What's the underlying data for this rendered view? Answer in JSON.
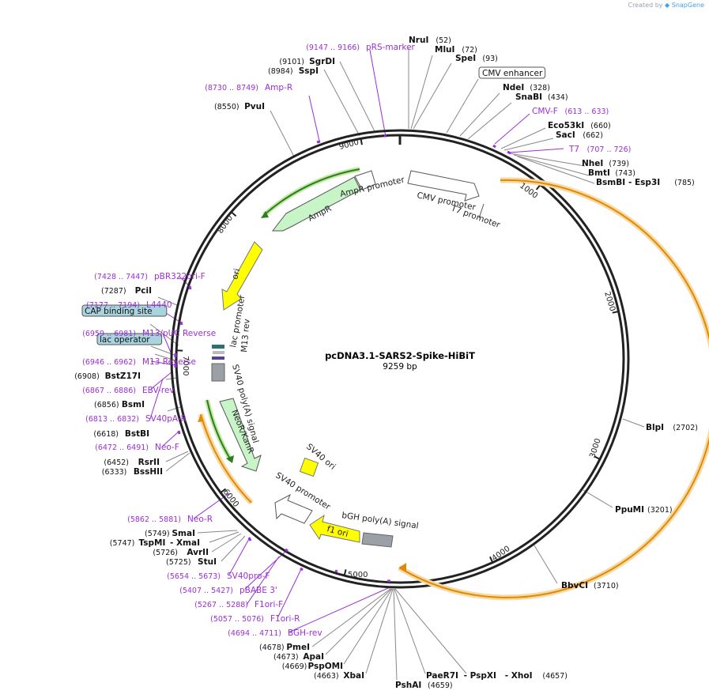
{
  "credit": {
    "prefix": "Created by",
    "brand": "SnapGene"
  },
  "plasmid": {
    "name": "pcDNA3.1-SARS2-Spike-HiBiT",
    "length": "9259 bp"
  },
  "ticks": [
    "1000",
    "2000",
    "3000",
    "4000",
    "5000",
    "6000",
    "7000",
    "8000",
    "9000"
  ],
  "features": [
    {
      "id": "amp-promoter-label",
      "label": "AmpR promoter"
    },
    {
      "id": "ampr-label",
      "label": "AmpR"
    },
    {
      "id": "cmv-promoter-label",
      "label": "CMV promoter"
    },
    {
      "id": "t7-promoter-label",
      "label": "T7 promoter"
    },
    {
      "id": "ori-label",
      "label": "ori"
    },
    {
      "id": "lac-promoter-label",
      "label": "lac promoter"
    },
    {
      "id": "m13rev-label",
      "label": "M13 rev"
    },
    {
      "id": "sv40polya-label",
      "label": "SV40 poly(A) signal"
    },
    {
      "id": "neor-label",
      "label": "NeoR/KanR"
    },
    {
      "id": "sv40ori-label",
      "label": "SV40 ori"
    },
    {
      "id": "sv40prom-label",
      "label": "SV40 promoter"
    },
    {
      "id": "bgh-label",
      "label": "bGH poly(A) signal"
    },
    {
      "id": "f1ori-label",
      "label": "f1 ori"
    }
  ],
  "sites": {
    "NruI": {
      "name": "NruI",
      "pos": "(52)"
    },
    "MluI": {
      "name": "MluI",
      "pos": "(72)"
    },
    "SpeI": {
      "name": "SpeI",
      "pos": "(93)"
    },
    "CMV": {
      "name": "CMV enhancer"
    },
    "NdeI": {
      "name": "NdeI",
      "pos": "(328)"
    },
    "SnaBI": {
      "name": "SnaBI",
      "pos": "(434)"
    },
    "CMVF": {
      "name": "CMV-F",
      "pos": "(613 .. 633)"
    },
    "Eco53kI": {
      "name": "Eco53kI",
      "pos": "(660)"
    },
    "SacI": {
      "name": "SacI",
      "pos": "(662)"
    },
    "T7": {
      "name": "T7",
      "pos": "(707 .. 726)"
    },
    "NheI": {
      "name": "NheI",
      "pos": "(739)"
    },
    "BmtI": {
      "name": "BmtI",
      "pos": "(743)"
    },
    "BsmBI": {
      "name": "BsmBI",
      "name2": "- Esp3I",
      "pos": "(785)"
    },
    "BlpI": {
      "name": "BlpI",
      "pos": "(2702)"
    },
    "PpuMI": {
      "name": "PpuMI",
      "pos": "(3201)"
    },
    "BbvCI": {
      "name": "BbvCI",
      "pos": "(3710)"
    },
    "PaeR7I": {
      "name": "PaeR7I",
      "name2": "- PspXI",
      "name3": "- XhoI",
      "pos": "(4657)"
    },
    "PshAI": {
      "name": "PshAI",
      "pos": "(4659)"
    },
    "XbaI": {
      "name": "XbaI",
      "pos": "(4663)"
    },
    "PspOMI": {
      "name": "PspOMI",
      "pos": "(4669)"
    },
    "ApaI": {
      "name": "ApaI",
      "pos": "(4673)"
    },
    "PmeI": {
      "name": "PmeI",
      "pos": "(4678)"
    },
    "BGHrev": {
      "name": "BGH-rev",
      "pos": "(4694 .. 4711)"
    },
    "F1oriR": {
      "name": "F1ori-R",
      "pos": "(5057 .. 5076)"
    },
    "F1oriF": {
      "name": "F1ori-F",
      "pos": "(5267 .. 5288)"
    },
    "pBABE": {
      "name": "pBABE 3'",
      "pos": "(5407 .. 5427)"
    },
    "SV40proF": {
      "name": "SV40pro-F",
      "pos": "(5654 .. 5673)"
    },
    "StuI": {
      "name": "StuI",
      "pos": "(5725)"
    },
    "AvrII": {
      "name": "AvrII",
      "pos": "(5726)"
    },
    "TspMI": {
      "name": "TspMI",
      "name2": "- XmaI",
      "pos": "(5747)"
    },
    "SmaI": {
      "name": "SmaI",
      "pos": "(5749)"
    },
    "NeoR": {
      "name": "Neo-R",
      "pos": "(5862 .. 5881)"
    },
    "BssHII": {
      "name": "BssHII",
      "pos": "(6333)"
    },
    "RsrII": {
      "name": "RsrII",
      "pos": "(6452)"
    },
    "NeoF": {
      "name": "Neo-F",
      "pos": "(6472 .. 6491)"
    },
    "BstBI": {
      "name": "BstBI",
      "pos": "(6618)"
    },
    "SV40pAR": {
      "name": "SV40pA-R",
      "pos": "(6813 .. 6832)"
    },
    "BsmI": {
      "name": "BsmI",
      "pos": "(6856)"
    },
    "EBVrev": {
      "name": "EBV-rev",
      "pos": "(6867 .. 6886)"
    },
    "BstZ17I": {
      "name": "BstZ17I",
      "pos": "(6908)"
    },
    "M13Reverse": {
      "name": "M13 Reverse",
      "pos": "(6946 .. 6962)"
    },
    "lacop": {
      "name": "lac operator"
    },
    "M13pUC": {
      "name": "M13/pUC Reverse",
      "pos": "(6959 .. 6981)"
    },
    "CAP": {
      "name": "CAP binding site"
    },
    "L4440": {
      "name": "L4440",
      "pos": "(7177 .. 7194)"
    },
    "PciI": {
      "name": "PciI",
      "pos": "(7287)"
    },
    "pBR322": {
      "name": "pBR322ori-F",
      "pos": "(7428 .. 7447)"
    },
    "PvuI": {
      "name": "PvuI",
      "pos": "(8550)"
    },
    "AmpR": {
      "name": "Amp-R",
      "pos": "(8730 .. 8749)"
    },
    "SspI": {
      "name": "SspI",
      "pos": "(8984)"
    },
    "SgrDI": {
      "name": "SgrDI",
      "pos": "(9101)"
    },
    "pRS": {
      "name": "pRS-marker",
      "pos": "(9147 .. 9166)"
    }
  },
  "colors": {
    "backbone": "#222222",
    "primer": "#9b2fd6",
    "promoter": "#ffffff",
    "cds": "#c8f5c8",
    "ori": "#ffff00",
    "terminator": "#9aa0a6",
    "orf": "#e08a00",
    "box_fill": "#a9d4dd"
  }
}
